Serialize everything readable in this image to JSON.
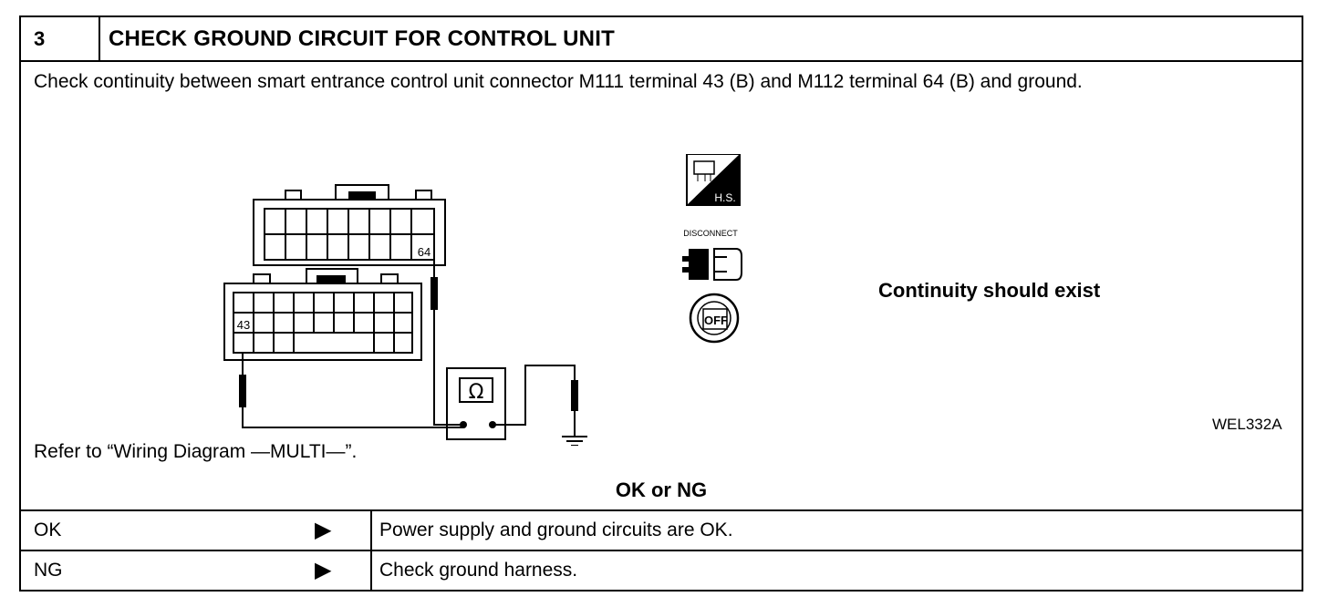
{
  "step": {
    "number": "3",
    "title": "CHECK GROUND CIRCUIT FOR CONTROL UNIT"
  },
  "instruction": "Check continuity between smart entrance control unit connector M111 terminal 43 (B) and M112 terminal 64 (B) and ground.",
  "diagram": {
    "terminal_upper": "64",
    "terminal_lower": "43",
    "meter_symbol": "Ω"
  },
  "icons": {
    "harness_side_label": "H.S.",
    "disconnect_label": "DISCONNECT",
    "ignition_label": "OFF"
  },
  "result": "Continuity should exist",
  "figure_code": "WEL332A",
  "refer": "Refer to “Wiring Diagram —MULTI—”.",
  "decision": {
    "heading": "OK or NG",
    "rows": [
      {
        "label": "OK",
        "text": "Power supply and ground circuits are OK."
      },
      {
        "label": "NG",
        "text": "Check ground harness."
      }
    ]
  }
}
